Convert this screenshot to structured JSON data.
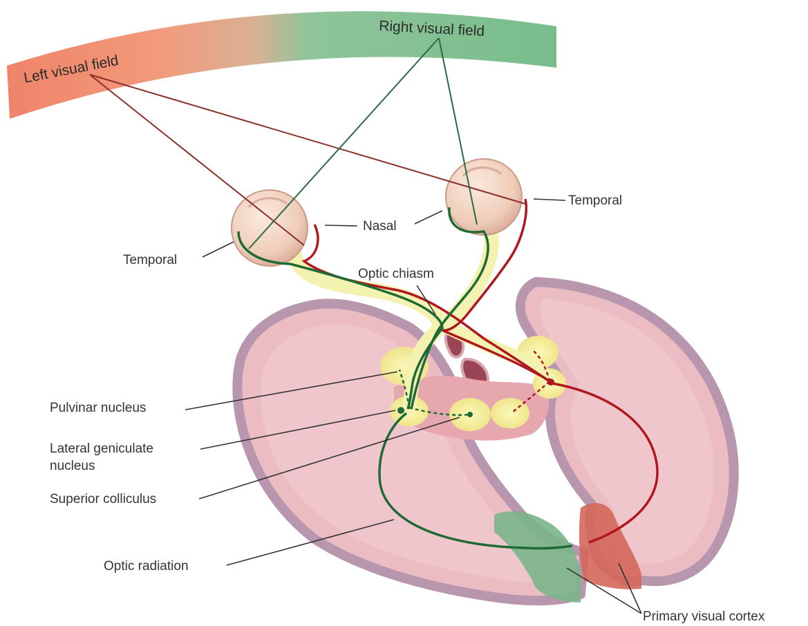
{
  "visual_fields": {
    "left": "Left visual field",
    "right": "Right visual field"
  },
  "labels": {
    "temporal_left": "Temporal",
    "temporal_right": "Temporal",
    "nasal": "Nasal",
    "optic_chiasm": "Optic chiasm",
    "pulvinar_nucleus": "Pulvinar nucleus",
    "lateral_geniculate_line1": "Lateral geniculate",
    "lateral_geniculate_line2": "nucleus",
    "superior_colliculus": "Superior colliculus",
    "optic_radiation": "Optic radiation",
    "primary_visual_cortex": "Primary visual cortex"
  },
  "colors": {
    "left_field": "#f08a72",
    "right_field": "#7cc08e",
    "left_pathway": "#b0171f",
    "right_pathway": "#1e6a35",
    "brain_tissue": "#ebbcc2",
    "brain_outline": "#b796ae",
    "eye": "#f2d2bf",
    "nerve": "#f4f2b0"
  }
}
